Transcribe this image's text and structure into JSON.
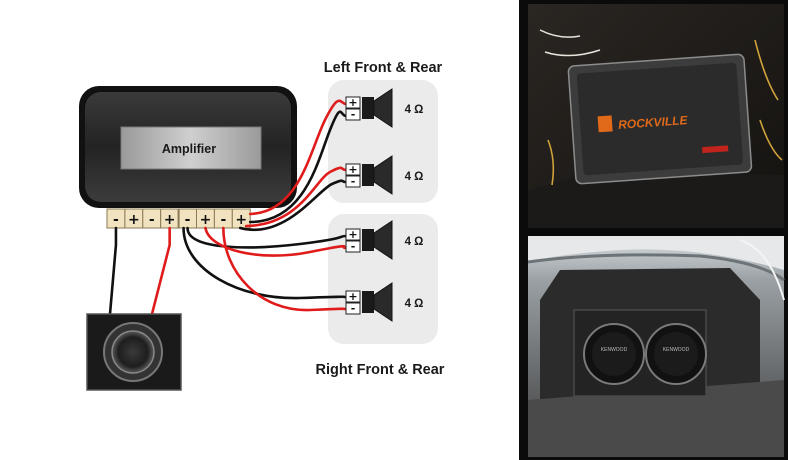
{
  "amplifier": {
    "label": "Amplifier"
  },
  "terminals": [
    "-",
    "+",
    "-",
    "+",
    "-",
    "+",
    "-",
    "+"
  ],
  "groups": {
    "top": {
      "title": "Left Front & Rear"
    },
    "bottom": {
      "title": "Right Front & Rear"
    }
  },
  "speakers": [
    {
      "ohms": "4 Ω",
      "pos": "+",
      "neg": "-"
    },
    {
      "ohms": "4 Ω",
      "pos": "+",
      "neg": "-"
    },
    {
      "ohms": "4 Ω",
      "pos": "+",
      "neg": "-"
    },
    {
      "ohms": "4 Ω",
      "pos": "+",
      "neg": "-"
    }
  ],
  "photos": {
    "amp_brand": "ROCKVILLE",
    "sub_brand": "KENWOOD"
  },
  "colors": {
    "wire_positive": "#e01b1b",
    "wire_negative": "#111111",
    "amp_body": "#2a2a2a",
    "terminal_block": "#f1e3bf"
  }
}
